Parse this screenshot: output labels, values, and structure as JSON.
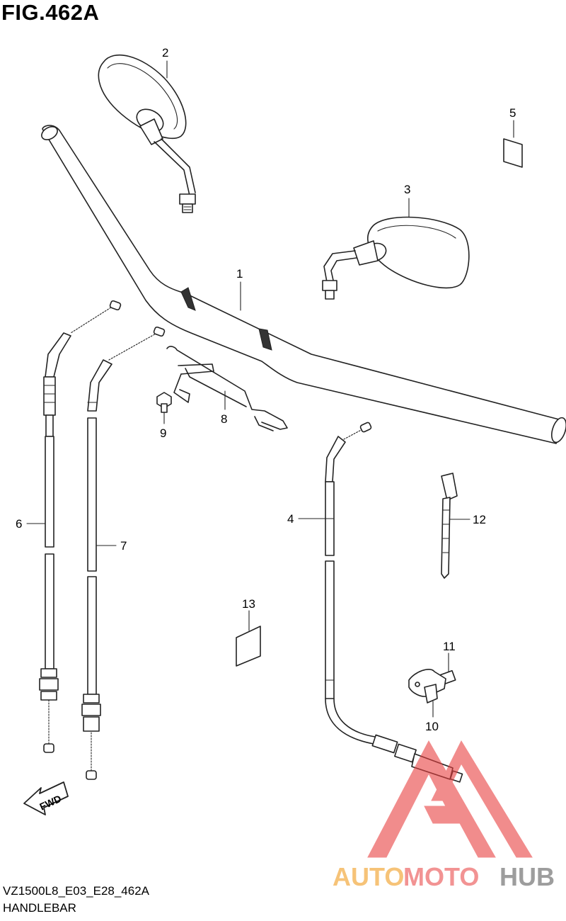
{
  "figure": {
    "title": "FIG.462A",
    "model_code": "VZ1500L8_E03_E28_462A",
    "section_name": "HANDLEBAR"
  },
  "callouts": {
    "c1": "1",
    "c2": "2",
    "c3": "3",
    "c4": "4",
    "c5": "5",
    "c6": "6",
    "c7": "7",
    "c8": "8",
    "c9": "9",
    "c10": "10",
    "c11": "11",
    "c12": "12",
    "c13": "13"
  },
  "direction_label": "FWD",
  "watermark": {
    "part_a": "AUTO",
    "part_b": "MOTO",
    "part_c": "HUB",
    "colors": {
      "auto": "#f4b860",
      "moto": "#f08080",
      "hub": "#8c8c8c",
      "triangle": "#e84040"
    }
  }
}
